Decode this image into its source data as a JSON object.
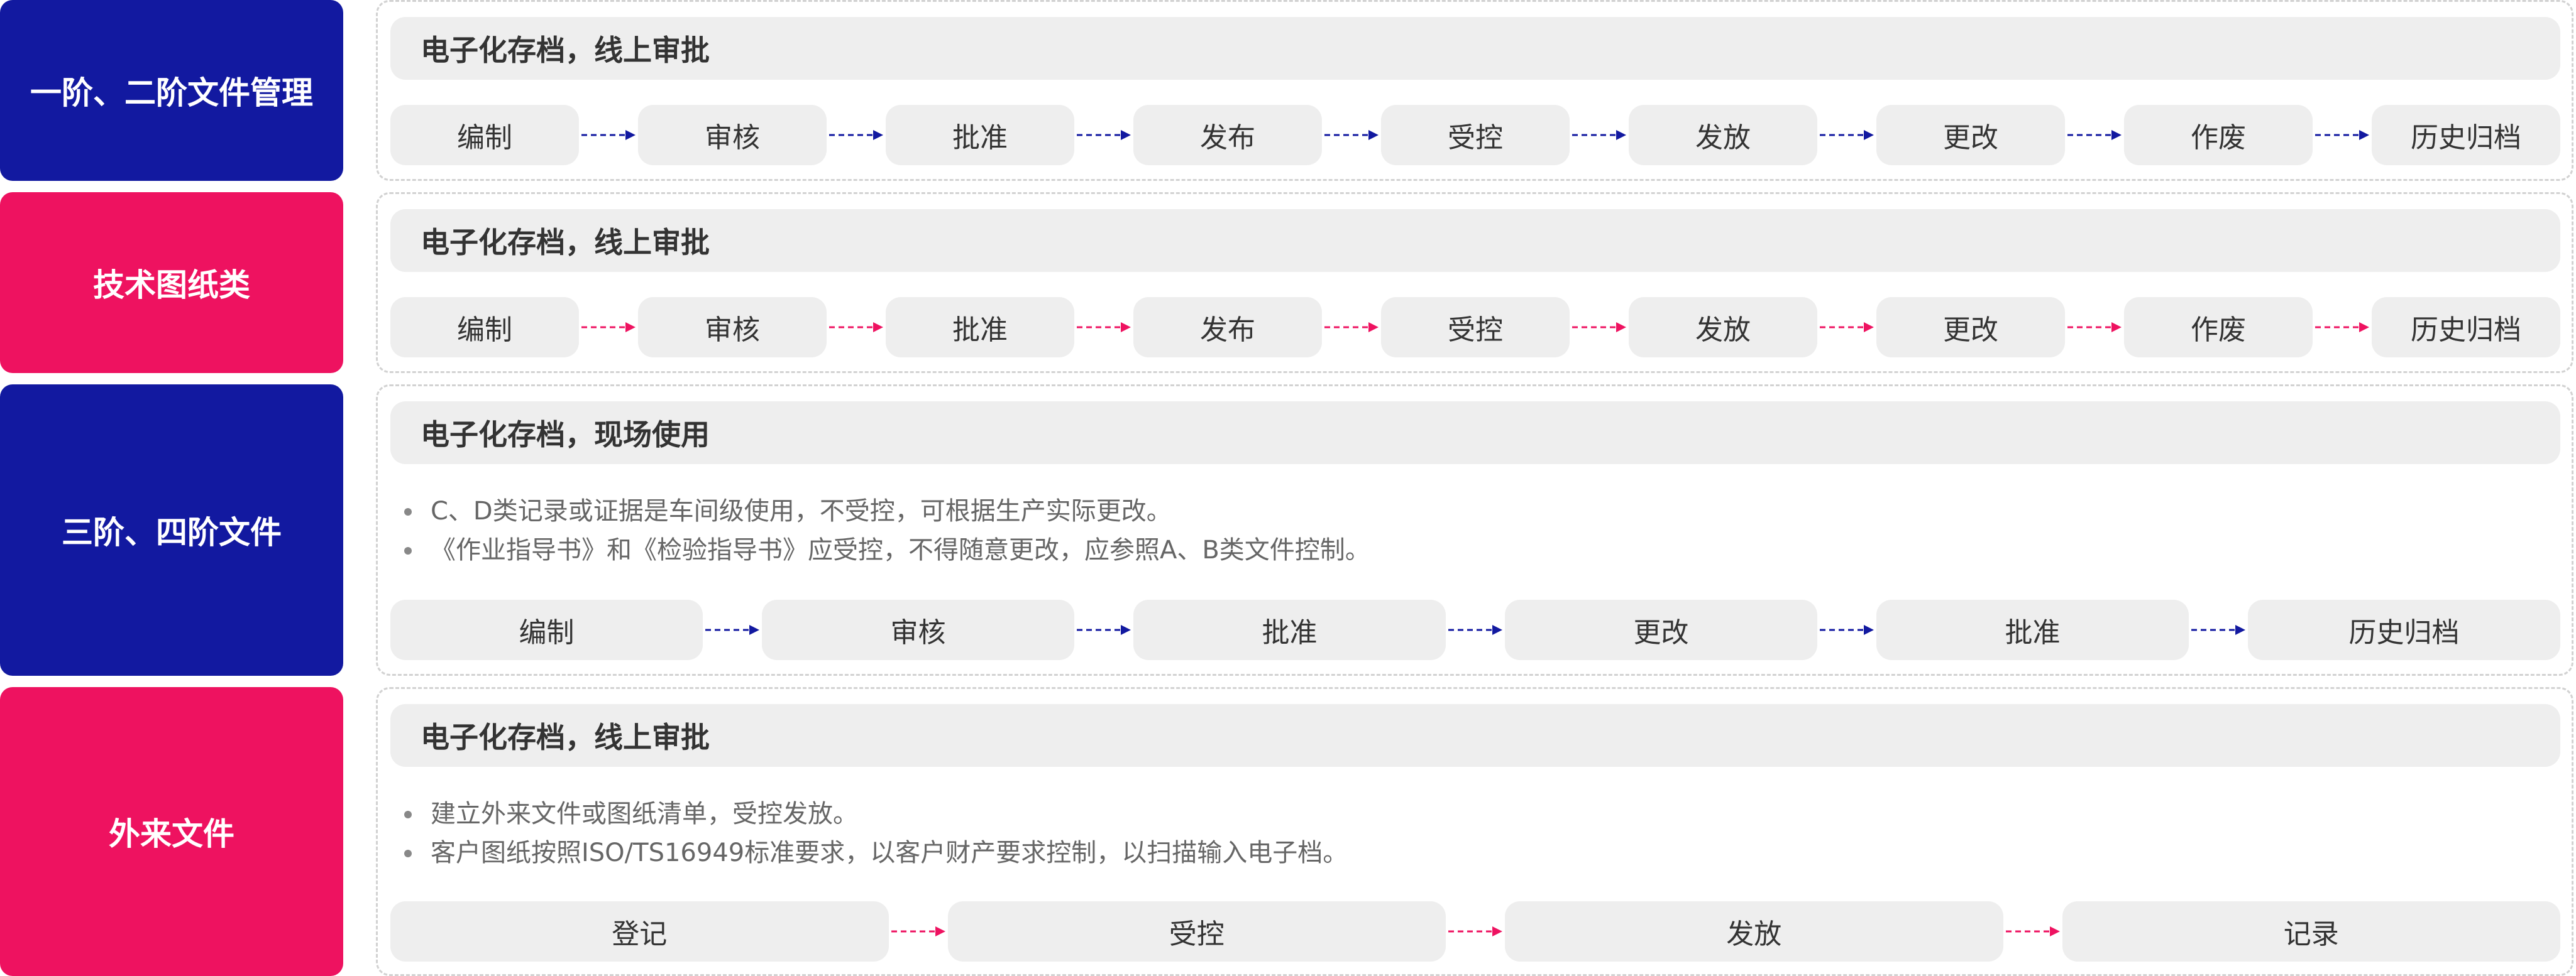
{
  "colors": {
    "navy": "#1219a0",
    "pink": "#ee1260"
  },
  "rows": [
    {
      "label": "一阶、二阶文件管理",
      "accent": "navy",
      "title": "电子化存档，线上审批",
      "bullets": [],
      "steps": [
        "编制",
        "审核",
        "批准",
        "发布",
        "受控",
        "发放",
        "更改",
        "作废",
        "历史归档"
      ]
    },
    {
      "label": "技术图纸类",
      "accent": "pink",
      "title": "电子化存档，线上审批",
      "bullets": [],
      "steps": [
        "编制",
        "审核",
        "批准",
        "发布",
        "受控",
        "发放",
        "更改",
        "作废",
        "历史归档"
      ]
    },
    {
      "label": "三阶、四阶文件",
      "accent": "navy",
      "title": "电子化存档，现场使用",
      "bullets": [
        "C、D类记录或证据是车间级使用，不受控，可根据生产实际更改。",
        "《作业指导书》和《检验指导书》应受控，不得随意更改，应参照A、B类文件控制。"
      ],
      "steps": [
        "编制",
        "审核",
        "批准",
        "更改",
        "批准",
        "历史归档"
      ]
    },
    {
      "label": "外来文件",
      "accent": "pink",
      "title": "电子化存档，线上审批",
      "bullets": [
        "建立外来文件或图纸清单，受控发放。",
        "客户图纸按照ISO/TS16949标准要求，以客户财产要求控制，以扫描输入电子档。"
      ],
      "steps": [
        "登记",
        "受控",
        "发放",
        "记录"
      ]
    }
  ]
}
